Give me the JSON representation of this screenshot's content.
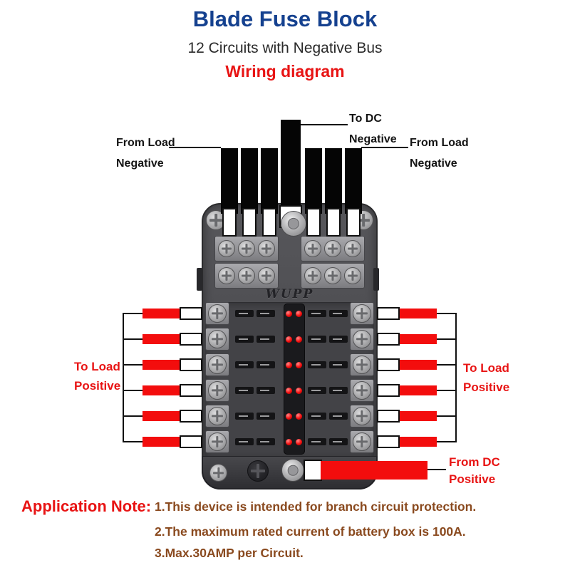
{
  "header": {
    "title": "Blade Fuse Block",
    "subtitle": "12 Circuits with Negative Bus",
    "heading": "Wiring diagram"
  },
  "wiring_labels": {
    "from_load_negative_left": {
      "line1": "From Load",
      "line2": "Negative"
    },
    "to_dc_negative": {
      "line1": "To DC",
      "line2": "Negative"
    },
    "from_load_negative_right": {
      "line1": "From Load",
      "line2": "Negative"
    },
    "to_load_positive_left": {
      "line1": "To Load",
      "line2": "Positive"
    },
    "to_load_positive_right": {
      "line1": "To Load",
      "line2": "Positive"
    },
    "from_dc_positive": {
      "line1": "From DC",
      "line2": "Positive"
    }
  },
  "device": {
    "brand": "WUPP",
    "circuit_rows": 6,
    "leds_per_row": 2,
    "negative_wires_per_side": 3
  },
  "application_note": {
    "label": "Application Note:",
    "items": [
      "1.This device is intended for branch circuit protection.",
      "2.The maximum rated current of battery box is 100A.",
      "3.Max.30AMP per Circuit."
    ]
  },
  "colors": {
    "title_blue": "#15418f",
    "accent_red": "#e81414",
    "wire_red": "#f30d0d",
    "note_brown": "#8a4a1f",
    "text_black": "#141414"
  }
}
